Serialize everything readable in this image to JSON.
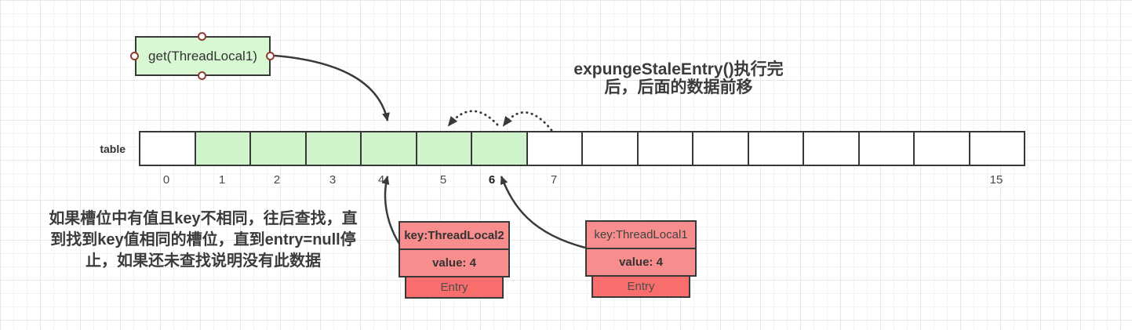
{
  "get_box": {
    "label": "get(ThreadLocal1)"
  },
  "title": {
    "line1": "expungeStaleEntry()执行完",
    "line2": "后，后面的数据前移"
  },
  "note": {
    "line1": "如果槽位中有值且key不相同，往后查找，直",
    "line2": "到找到key值相同的槽位，直到entry=null停",
    "line3": "止，如果还未查找说明没有此数据"
  },
  "table": {
    "label": "table",
    "cell_count": 16,
    "green_indices": [
      1,
      2,
      3,
      4,
      5,
      6
    ],
    "index_labels": [
      "0",
      "1",
      "2",
      "3",
      "4",
      "5",
      "6",
      "7",
      "",
      "",
      "",
      "",
      "",
      "",
      "",
      "15"
    ],
    "bold_index": "6"
  },
  "entries": [
    {
      "key": "key:ThreadLocal2",
      "value": "value: 4",
      "label": "Entry"
    },
    {
      "key": "key:ThreadLocal1",
      "value": "value: 4",
      "label": "Entry"
    }
  ],
  "colors": {
    "green_shape_fill": "#d8f7d3",
    "green_cell_fill": "#cff3ca",
    "entry_light_red": "#f88d8d",
    "entry_dark_red": "#fa6d6d",
    "shape_border": "#383838",
    "arrow": "#3a3a3a",
    "handle_border": "#8f3a32",
    "text": "#3b3b3b"
  }
}
